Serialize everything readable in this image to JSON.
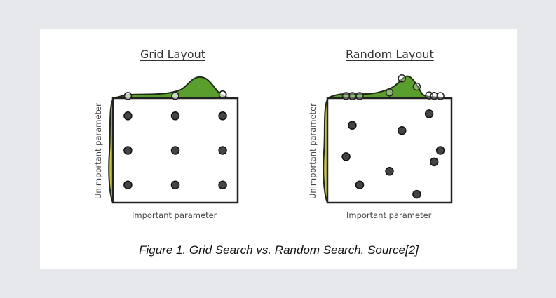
{
  "figure": {
    "caption": "Figure 1. Grid Search vs. Random Search. Source[2]",
    "colors": {
      "page_bg": "#e6e8eb",
      "card_bg": "#ffffff",
      "important_curve_fill": "#5a9e2e",
      "unimportant_curve_fill": "#c9c44a",
      "point_fill": "#444444"
    },
    "panels": [
      {
        "title": "Grid Layout",
        "xlabel": "Important parameter",
        "ylabel": "Unimportant parameter",
        "points": [
          [
            0.12,
            0.83
          ],
          [
            0.5,
            0.83
          ],
          [
            0.88,
            0.83
          ],
          [
            0.12,
            0.5
          ],
          [
            0.5,
            0.5
          ],
          [
            0.88,
            0.5
          ],
          [
            0.12,
            0.17
          ],
          [
            0.5,
            0.17
          ],
          [
            0.88,
            0.17
          ]
        ]
      },
      {
        "title": "Random Layout",
        "xlabel": "Important parameter",
        "ylabel": "Unimportant parameter",
        "points": [
          [
            0.82,
            0.85
          ],
          [
            0.2,
            0.74
          ],
          [
            0.6,
            0.69
          ],
          [
            0.91,
            0.5
          ],
          [
            0.15,
            0.44
          ],
          [
            0.86,
            0.39
          ],
          [
            0.5,
            0.3
          ],
          [
            0.26,
            0.17
          ],
          [
            0.72,
            0.08
          ]
        ]
      }
    ]
  }
}
